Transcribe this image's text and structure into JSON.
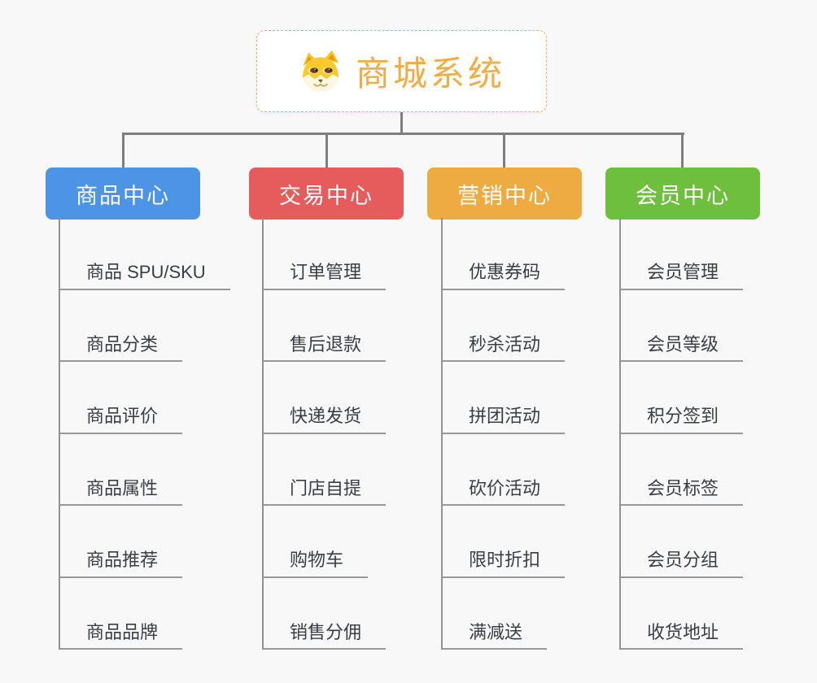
{
  "root": {
    "title": "商城系统",
    "icon": "dog-face-icon",
    "text_color": "#f0ad45",
    "border_color": "#eab15c"
  },
  "branches": [
    {
      "label": "商品中心",
      "color": "#4d94e6",
      "items": [
        "商品 SPU/SKU",
        "商品分类",
        "商品评价",
        "商品属性",
        "商品推荐",
        "商品品牌"
      ]
    },
    {
      "label": "交易中心",
      "color": "#e65c5c",
      "items": [
        "订单管理",
        "售后退款",
        "快递发货",
        "门店自提",
        "购物车",
        "销售分佣"
      ]
    },
    {
      "label": "营销中心",
      "color": "#edab42",
      "items": [
        "优惠券码",
        "秒杀活动",
        "拼团活动",
        "砍价活动",
        "限时折扣",
        "满减送"
      ]
    },
    {
      "label": "会员中心",
      "color": "#6fbf3f",
      "items": [
        "会员管理",
        "会员等级",
        "积分签到",
        "会员标签",
        "会员分组",
        "收货地址"
      ]
    }
  ],
  "colors": {
    "background": "#f8f8f8",
    "connector": "#7e7e7e",
    "leaf_line": "#999999",
    "leaf_text": "#393e45"
  }
}
